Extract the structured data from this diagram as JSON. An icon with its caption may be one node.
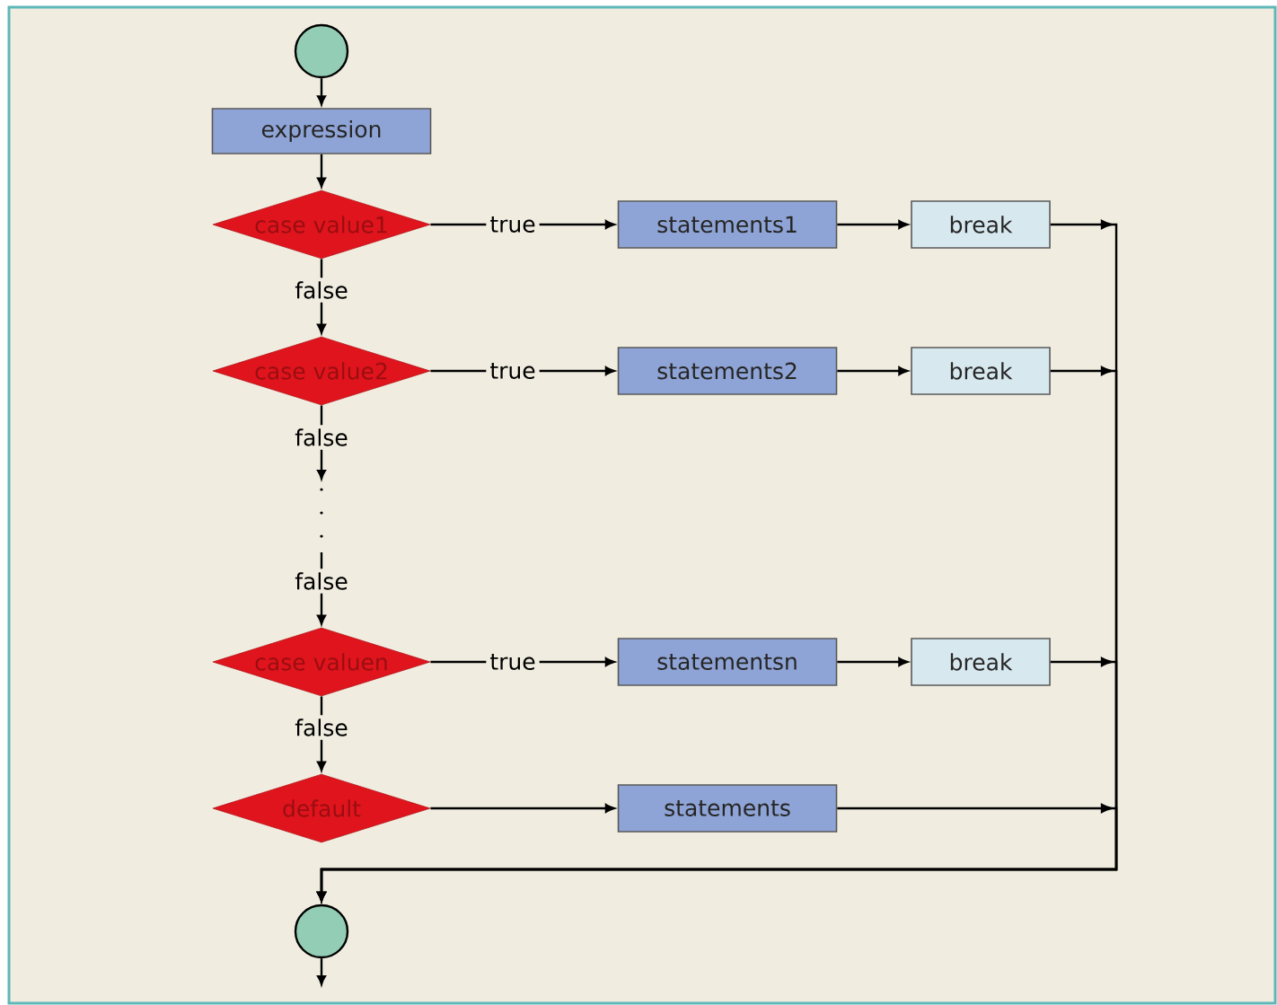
{
  "diagram": {
    "nodes": [
      {
        "text": [],
        "shape": "circle"
      },
      {
        "text": [
          "expression"
        ]
      },
      {
        "text": [
          "case value1"
        ]
      },
      {
        "text": [
          "statements1"
        ]
      },
      {
        "text": [
          "break"
        ]
      },
      {
        "text": [
          "case value2"
        ]
      },
      {
        "text": [
          "statements2"
        ]
      },
      {
        "text": [
          "break"
        ]
      },
      {
        "text": [
          "case valuen"
        ]
      },
      {
        "text": [
          "statementsn"
        ]
      },
      {
        "text": [
          "break"
        ]
      },
      {
        "text": [
          "default"
        ]
      },
      {
        "text": [
          "statements"
        ]
      },
      {
        "text": [],
        "shape": "circle"
      }
    ],
    "edges": [
      {
        "from": 0,
        "to": 1,
        "arrow": "to"
      },
      {
        "from": 1,
        "to": 2,
        "arrow": "to"
      },
      {
        "from": 2,
        "to": 3,
        "arrow": "to",
        "label": "true"
      },
      {
        "from": 3,
        "to": 4,
        "arrow": "to"
      },
      {
        "from": 2,
        "to": 5,
        "arrow": "to",
        "label": "false"
      },
      {
        "from": 5,
        "to": 6,
        "arrow": "to",
        "label": "true"
      },
      {
        "from": 6,
        "to": 7,
        "arrow": "to"
      },
      {
        "from": 5,
        "to": null,
        "arrow": "to",
        "label": "false"
      },
      {
        "from": null,
        "to": 8,
        "arrow": "to",
        "label": "false"
      },
      {
        "from": 8,
        "to": 9,
        "arrow": "to",
        "label": "true"
      },
      {
        "from": 9,
        "to": 10,
        "arrow": "to"
      },
      {
        "from": 8,
        "to": 11,
        "arrow": "to",
        "label": "false"
      },
      {
        "from": 11,
        "to": 12,
        "arrow": "to"
      },
      {
        "from": 4,
        "to": 13,
        "arrow": "to"
      },
      {
        "from": 7,
        "to": 13,
        "arrow": "to"
      },
      {
        "from": 10,
        "to": 13,
        "arrow": "to"
      },
      {
        "from": 12,
        "to": 13,
        "arrow": "to"
      },
      {
        "from": 13,
        "to": null,
        "arrow": "to"
      }
    ]
  }
}
